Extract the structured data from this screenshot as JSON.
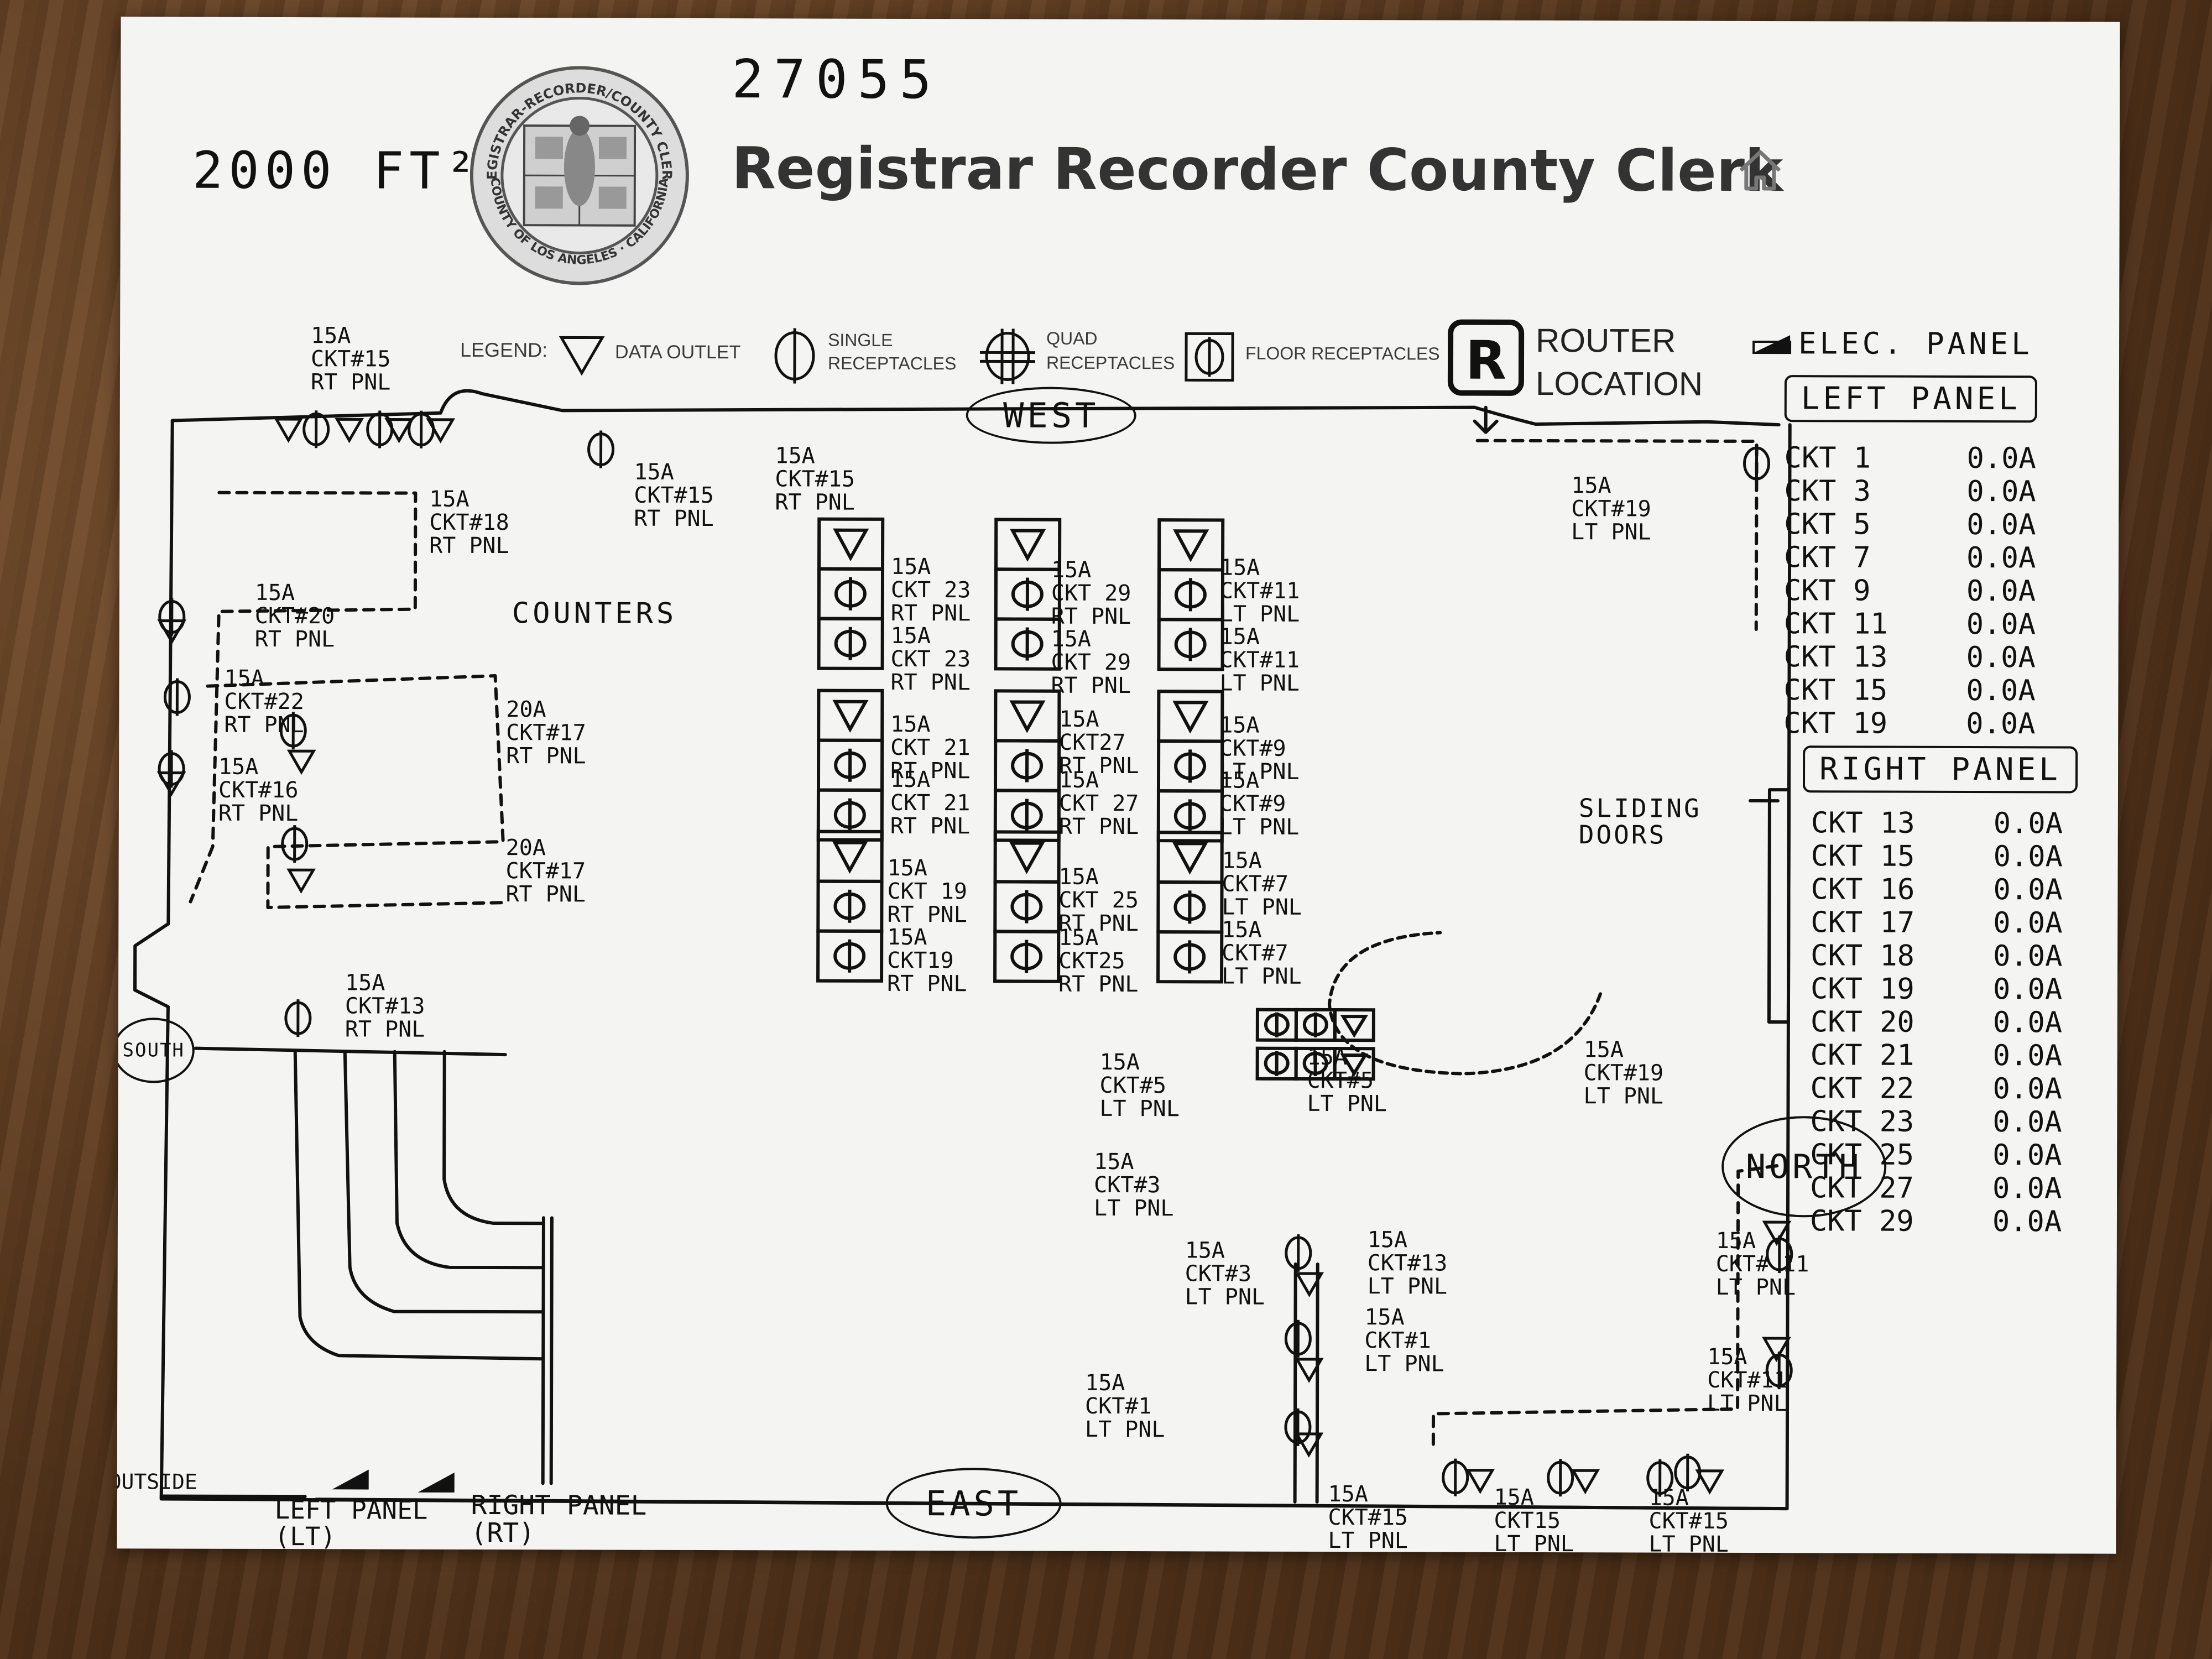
{
  "header": {
    "job_number": "27055",
    "area": "2000 FT²",
    "title": "Registrar Recorder County Clerk",
    "home_icon": "home-icon",
    "seal_top_text": "REGISTRAR-RECORDER/COUNTY CLERK",
    "seal_bottom_text": "COUNTY OF LOS ANGELES · CALIFORNIA"
  },
  "legend": {
    "label": "LEGEND:",
    "items": [
      {
        "icon": "data-outlet-icon",
        "label": "DATA OUTLET"
      },
      {
        "icon": "single-receptacle-icon",
        "label": "SINGLE\nRECEPTACLES"
      },
      {
        "icon": "quad-receptacle-icon",
        "label": "QUAD\nRECEPTACLES"
      },
      {
        "icon": "floor-receptacle-icon",
        "label": "FLOOR RECEPTACLES"
      }
    ],
    "router_label": "ROUTER\nLOCATION",
    "router_letter": "R",
    "elec_panel_label": "ELEC. PANEL"
  },
  "directions": {
    "west": "WEST",
    "east": "EAST",
    "south": "SOUTH",
    "north": "NORTH",
    "outside": "OUTSIDE"
  },
  "annotations": {
    "counters": "COUNTERS",
    "sliding_doors": "SLIDING\nDOORS",
    "left_panel_loc": "LEFT PANEL\n(LT)",
    "right_panel_loc": "RIGHT PANEL\n(RT)"
  },
  "circuit_labels": [
    "15A\nCKT#15\nRT PNL",
    "15A\nCKT#15\nRT PNL",
    "15A\nCKT#15\nRT PNL",
    "15A\nCKT#18\nRT PNL",
    "15A\nCKT#20\nRT PNL",
    "15A\nCKT#22\nRT PNL",
    "15A\nCKT#16\nRT PNL",
    "20A\nCKT#17\nRT PNL",
    "20A\nCKT#17\nRT PNL",
    "15A\nCKT#13\nRT PNL",
    "15A\nCKT#19\nLT PNL",
    "15A\nCKT 23\nRT PNL",
    "15A\nCKT 23\nRT PNL",
    "15A\nCKT 29\nRT PNL",
    "15A\nCKT 29\nRT PNL",
    "15A\nCKT#11\nLT PNL",
    "15A\nCKT#11\nLT PNL",
    "15A\nCKT 21\nRT PNL",
    "15A\nCKT 21\nRT PNL",
    "15A\nCKT27\nRT PNL",
    "15A\nCKT 27\nRT PNL",
    "15A\nCKT#9\nLT PNL",
    "15A\nCKT#9\nLT PNL",
    "15A\nCKT 19\nRT PNL",
    "15A\nCKT19\nRT PNL",
    "15A\nCKT 25\nRT PNL",
    "15A\nCKT25\nRT PNL",
    "15A\nCKT#7\nLT PNL",
    "15A\nCKT#7\nLT PNL",
    "15A\nCKT#5\nLT PNL",
    "15A\nCKT#5\nLT PNL",
    "15A\nCKT#3\nLT PNL",
    "15A\nCKT#3\nLT PNL",
    "15A\nCKT#13\nLT PNL",
    "15A\nCKT#1\nLT PNL",
    "15A\nCKT#1\nLT PNL",
    "15A\nCKT#19\nLT PNL",
    "15A\nCKT# 11\nLT PNL",
    "15A\nCKT#11\nLT PNL",
    "15A\nCKT#15\nLT PNL",
    "15A\nCKT15\nLT PNL",
    "15A\nCKT#15\nLT PNL"
  ],
  "left_panel": {
    "title": "LEFT PANEL",
    "rows": [
      {
        "ckt": "CKT 1",
        "amps": "0.0A"
      },
      {
        "ckt": "CKT 3",
        "amps": "0.0A"
      },
      {
        "ckt": "CKT 5",
        "amps": "0.0A"
      },
      {
        "ckt": "CKT 7",
        "amps": "0.0A"
      },
      {
        "ckt": "CKT 9",
        "amps": "0.0A"
      },
      {
        "ckt": "CKT 11",
        "amps": "0.0A"
      },
      {
        "ckt": "CKT 13",
        "amps": "0.0A"
      },
      {
        "ckt": "CKT 15",
        "amps": "0.0A"
      },
      {
        "ckt": "CKT 19",
        "amps": "0.0A"
      }
    ]
  },
  "right_panel": {
    "title": "RIGHT PANEL",
    "rows": [
      {
        "ckt": "CKT 13",
        "amps": "0.0A"
      },
      {
        "ckt": "CKT 15",
        "amps": "0.0A"
      },
      {
        "ckt": "CKT 16",
        "amps": "0.0A"
      },
      {
        "ckt": "CKT 17",
        "amps": "0.0A"
      },
      {
        "ckt": "CKT 18",
        "amps": "0.0A"
      },
      {
        "ckt": "CKT 19",
        "amps": "0.0A"
      },
      {
        "ckt": "CKT 20",
        "amps": "0.0A"
      },
      {
        "ckt": "CKT 21",
        "amps": "0.0A"
      },
      {
        "ckt": "CKT 22",
        "amps": "0.0A"
      },
      {
        "ckt": "CKT 23",
        "amps": "0.0A"
      },
      {
        "ckt": "CKT 25",
        "amps": "0.0A"
      },
      {
        "ckt": "CKT 27",
        "amps": "0.0A"
      },
      {
        "ckt": "CKT 29",
        "amps": "0.0A"
      }
    ]
  }
}
